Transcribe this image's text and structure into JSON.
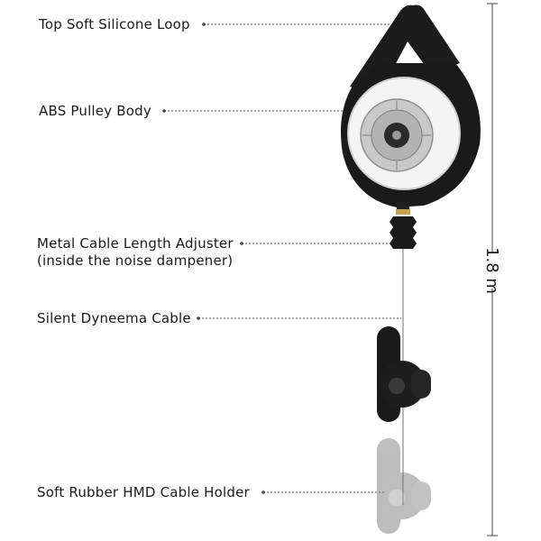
{
  "callouts": {
    "loop": "Top Soft Silicone Loop",
    "body": "ABS Pulley Body",
    "adjuster_line1": "Metal Cable Length Adjuster",
    "adjuster_line2": "(inside the noise dampener)",
    "cable": "Silent Dyneema Cable",
    "holder": "Soft Rubber HMD Cable Holder"
  },
  "dimension": {
    "length": "1.8 m"
  },
  "colors": {
    "product_black": "#1c1c1c",
    "pulley_silver": "#d9d9d9",
    "leader_line": "#555555",
    "faded_holder": "#9a9a9a"
  },
  "icons": {
    "pulley": "retractable-pulley-icon",
    "clip": "cable-holder-clip-icon"
  }
}
